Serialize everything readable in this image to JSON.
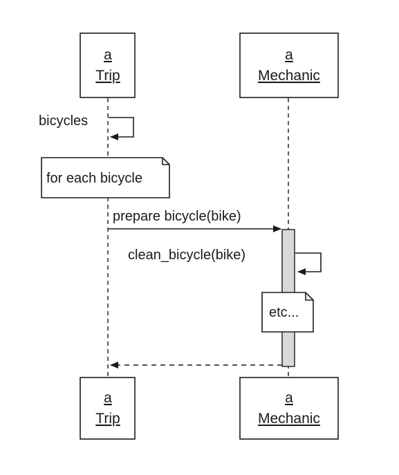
{
  "objects": {
    "trip": {
      "article": "a",
      "name": "Trip"
    },
    "mechanic": {
      "article": "a",
      "name": "Mechanic"
    }
  },
  "messages": {
    "self_call_trip": "bicycles",
    "call_prepare": "prepare bicycle(bike)",
    "self_call_mechanic": "clean_bicycle(bike)"
  },
  "notes": {
    "loop": "for each bicycle",
    "etc": "etc..."
  }
}
